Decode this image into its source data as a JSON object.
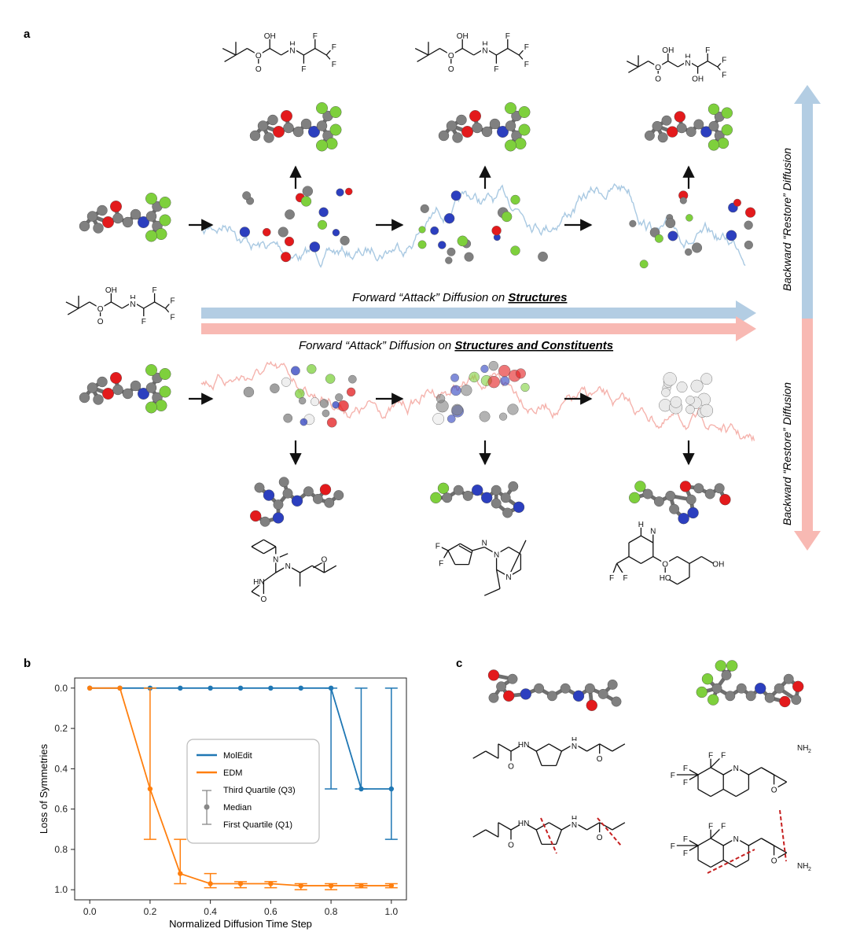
{
  "panels": {
    "a": "a",
    "b": "b",
    "c": "c"
  },
  "panel_a": {
    "forward_structures": {
      "prefix": "Forward “Attack” Diffusion on ",
      "emphasis": "Structures"
    },
    "forward_constituents": {
      "prefix": "Forward “Attack” Diffusion on ",
      "emphasis": "Structures and Constituents"
    },
    "backward_top": "Backward “Restore” Diffusion",
    "backward_bottom": "Backward “Restore” Diffusion",
    "atom_labels": {
      "oh": "OH",
      "o": "O",
      "h": "H",
      "n": "N",
      "f": "F",
      "nh2": "NH",
      "sub2": "2",
      "hn": "HN",
      "ho": "HO"
    }
  },
  "colors": {
    "blue_arrow": "#b3cde3",
    "pink_arrow": "#f8b9b3",
    "molEdit": "#1f77b4",
    "edm": "#ff7f0e",
    "carbon": "#808080",
    "oxygen": "#e31a1c",
    "nitrogen": "#2c3fbf",
    "fluorine": "#7ed03c",
    "cut": "#c62020"
  },
  "chart_data": {
    "type": "line",
    "x": [
      0.0,
      0.1,
      0.2,
      0.3,
      0.4,
      0.5,
      0.6,
      0.7,
      0.8,
      0.9,
      1.0
    ],
    "xticks": [
      "0.0",
      "0.2",
      "0.4",
      "0.6",
      "0.8",
      "1.0"
    ],
    "yticks": [
      "0.0",
      "0.2",
      "0.4",
      "0.6",
      "0.8",
      "1.0"
    ],
    "xlabel": "Normalized Diffusion Time Step",
    "ylabel": "Loss of Symmetries",
    "xlim": [
      -0.05,
      1.05
    ],
    "ylim": [
      1.05,
      -0.05
    ],
    "y_inverted": true,
    "series": [
      {
        "name": "MolEdit",
        "color": "#1f77b4",
        "median": [
          0,
          0,
          0,
          0,
          0,
          0,
          0,
          0,
          0,
          0.5,
          0.5
        ],
        "q1": [
          0,
          0,
          0,
          0,
          0,
          0,
          0,
          0,
          0,
          0,
          0
        ],
        "q3": [
          0,
          0,
          0,
          0,
          0,
          0,
          0,
          0,
          0.5,
          0.5,
          0.75
        ]
      },
      {
        "name": "EDM",
        "color": "#ff7f0e",
        "median": [
          0,
          0,
          0.5,
          0.92,
          0.97,
          0.97,
          0.97,
          0.98,
          0.98,
          0.98,
          0.98
        ],
        "q1": [
          0,
          0,
          0,
          0.75,
          0.92,
          0.96,
          0.96,
          0.97,
          0.97,
          0.97,
          0.97
        ],
        "q3": [
          0,
          0,
          0.75,
          0.97,
          0.99,
          0.99,
          0.99,
          1.0,
          1.0,
          0.99,
          0.99
        ]
      }
    ],
    "legend": {
      "placement": "center",
      "entries": [
        "MolEdit",
        "EDM"
      ],
      "q3": "Third Quartile (Q3)",
      "median": "Median",
      "q1": "First Quartile (Q1)"
    }
  }
}
